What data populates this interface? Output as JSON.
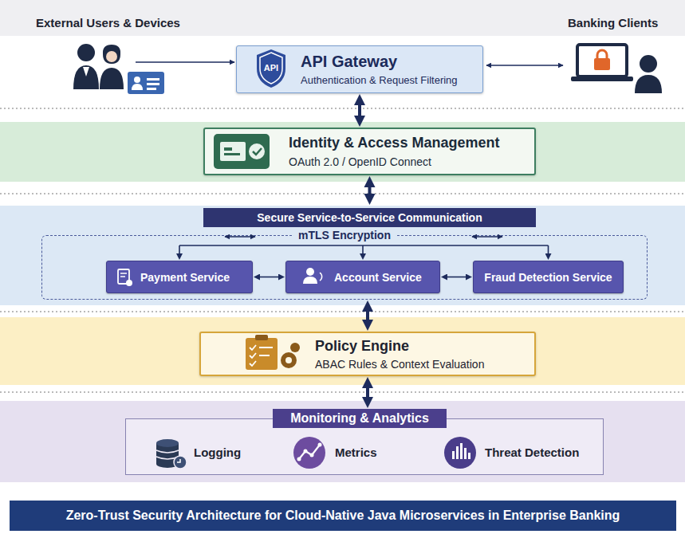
{
  "diagram": {
    "title": "Zero-Trust Security Architecture for Cloud-Native Java Microservices in Enterprise Banking",
    "nodes": [
      {
        "text": [
          "API Gateway",
          "Authentication & Request Filtering"
        ]
      },
      {
        "text": [
          "Identity & Access Management",
          "OAuth 2.0 / OpenID Connect"
        ]
      },
      {
        "text": [
          "Secure Service-to-Service Communication"
        ]
      },
      {
        "text": [
          "mTLS Encryption"
        ],
        "in": 2
      },
      {
        "text": [
          "Payment Service"
        ],
        "in": 3
      },
      {
        "text": [
          "Account Service"
        ],
        "in": 3
      },
      {
        "text": [
          "Fraud Detection Service"
        ],
        "in": 3
      },
      {
        "text": [
          "Policy Engine",
          "ABAC Rules & Context Evaluation"
        ]
      },
      {
        "text": [
          "Monitoring & Analytics"
        ]
      },
      {
        "text": [
          "Logging"
        ],
        "in": 8
      },
      {
        "text": [
          "Metrics"
        ],
        "in": 8
      },
      {
        "text": [
          "Threat Detection"
        ],
        "in": 8
      }
    ],
    "edges": [
      {
        "from": 0,
        "to": 1,
        "arrow": "both"
      },
      {
        "from": 1,
        "to": 2,
        "arrow": "both"
      },
      {
        "from": 3,
        "to": 4,
        "arrow": "to"
      },
      {
        "from": 3,
        "to": 5,
        "arrow": "to"
      },
      {
        "from": 3,
        "to": 6,
        "arrow": "to"
      },
      {
        "from": 4,
        "to": 5,
        "arrow": "both"
      },
      {
        "from": 5,
        "to": 6,
        "arrow": "both"
      },
      {
        "from": 3,
        "to": 7,
        "arrow": "both"
      },
      {
        "from": 7,
        "to": 8,
        "arrow": "both"
      }
    ],
    "labels": [
      "External Users & Devices",
      "Banking Clients",
      "API"
    ]
  }
}
